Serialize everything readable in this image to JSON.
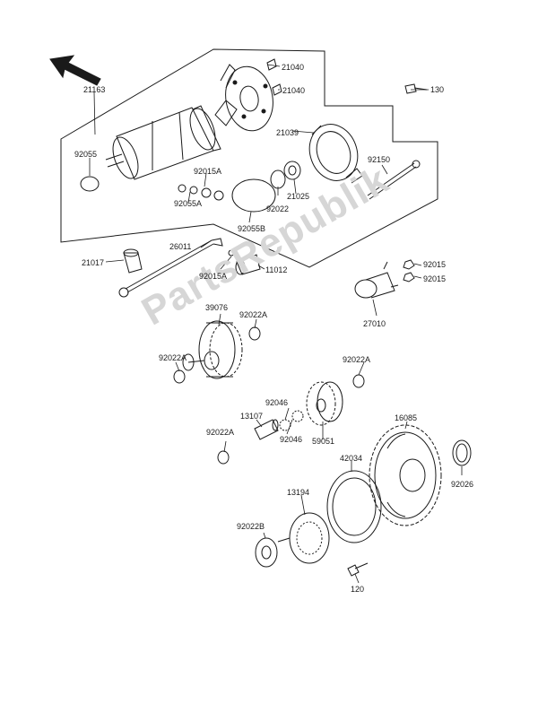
{
  "watermark": "PartsRepublik",
  "diagram": {
    "parts": {
      "p21163": "21163",
      "p21040a": "21040",
      "p21040b": "21040",
      "p130": "130",
      "p21039": "21039",
      "p92055": "92055",
      "p92150": "92150",
      "p92015A_1": "92015A",
      "p92055A": "92055A",
      "p21025": "21025",
      "p92022": "92022",
      "p92055B": "92055B",
      "p26011": "26011",
      "p21017": "21017",
      "p92015A_2": "92015A",
      "p11012": "11012",
      "p92015_1": "92015",
      "p92015_2": "92015",
      "p39076": "39076",
      "p92022A_1": "92022A",
      "p27010": "27010",
      "p92022A_2": "92022A",
      "p92022A_3": "92022A",
      "p92046a": "92046",
      "p92046b": "92046",
      "p13107": "13107",
      "p59051": "59051",
      "p16085": "16085",
      "p92022A_4": "92022A",
      "p42034": "42034",
      "p92026": "92026",
      "p13194": "13194",
      "p92022B": "92022B",
      "p120": "120"
    }
  }
}
